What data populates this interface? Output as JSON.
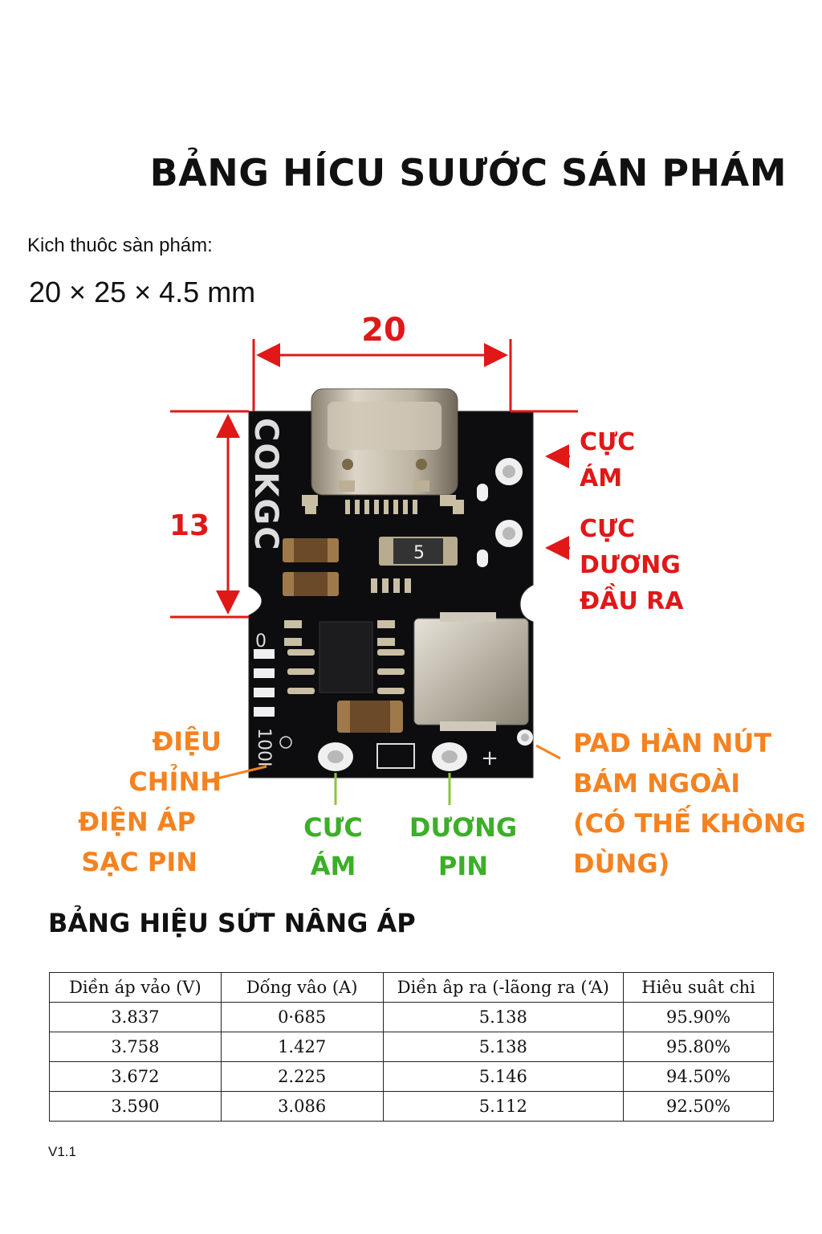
{
  "header": {
    "title": "BẢNG HÍCU SUƯỚC SÁN PHÁM"
  },
  "product_size": {
    "label": "Kich thuôc sàn phám:",
    "value": "20 × 25 × 4.5 mm"
  },
  "diagram": {
    "width_label": "20",
    "height_label": "13",
    "board_brand": "COKGC",
    "chip_marking": "5",
    "silk_code": "100Ι",
    "plus_sign": "+",
    "callouts": {
      "neg_output": [
        "CỰC",
        "ÁM"
      ],
      "pos_output": [
        "CỰC",
        "DƯƠNG",
        "ĐẦU RA"
      ],
      "charge_adjust": [
        "ĐIỆU CHỈNH",
        "ĐIỆN ÁP",
        "SẠC PIN"
      ],
      "battery_neg": [
        "CƯC",
        "ÁM"
      ],
      "battery_pos": [
        "DƯƠNG",
        "PIN"
      ],
      "external_button": [
        "PAD HÀN NÚT",
        "BÁM NGOÀI",
        "(CÓ THẾ KHÒNG",
        "DÙNG)"
      ]
    },
    "colors": {
      "red": "#e01818",
      "orange": "#f58220",
      "green": "#3cae28",
      "board": "#0d0d0f"
    }
  },
  "efficiency_table": {
    "title": "BẢNG HIỆU SỨT NÂNG ÁP",
    "columns": [
      "Diền áp  vảo (V)",
      "Dống vâo (A)",
      "Diền âp ra  (-lãong ra  (‘A)",
      "Hiêu suât chi"
    ],
    "rows": [
      [
        "3.837",
        "0·685",
        "5.138",
        "95.90%"
      ],
      [
        "3.758",
        "1.427",
        "5.138",
        "95.80%"
      ],
      [
        "3.672",
        "2.225",
        "5.146",
        "94.50%"
      ],
      [
        "3.590",
        "3.086",
        "5.112",
        "92.50%"
      ]
    ]
  },
  "footer": {
    "version": "V1.1"
  }
}
